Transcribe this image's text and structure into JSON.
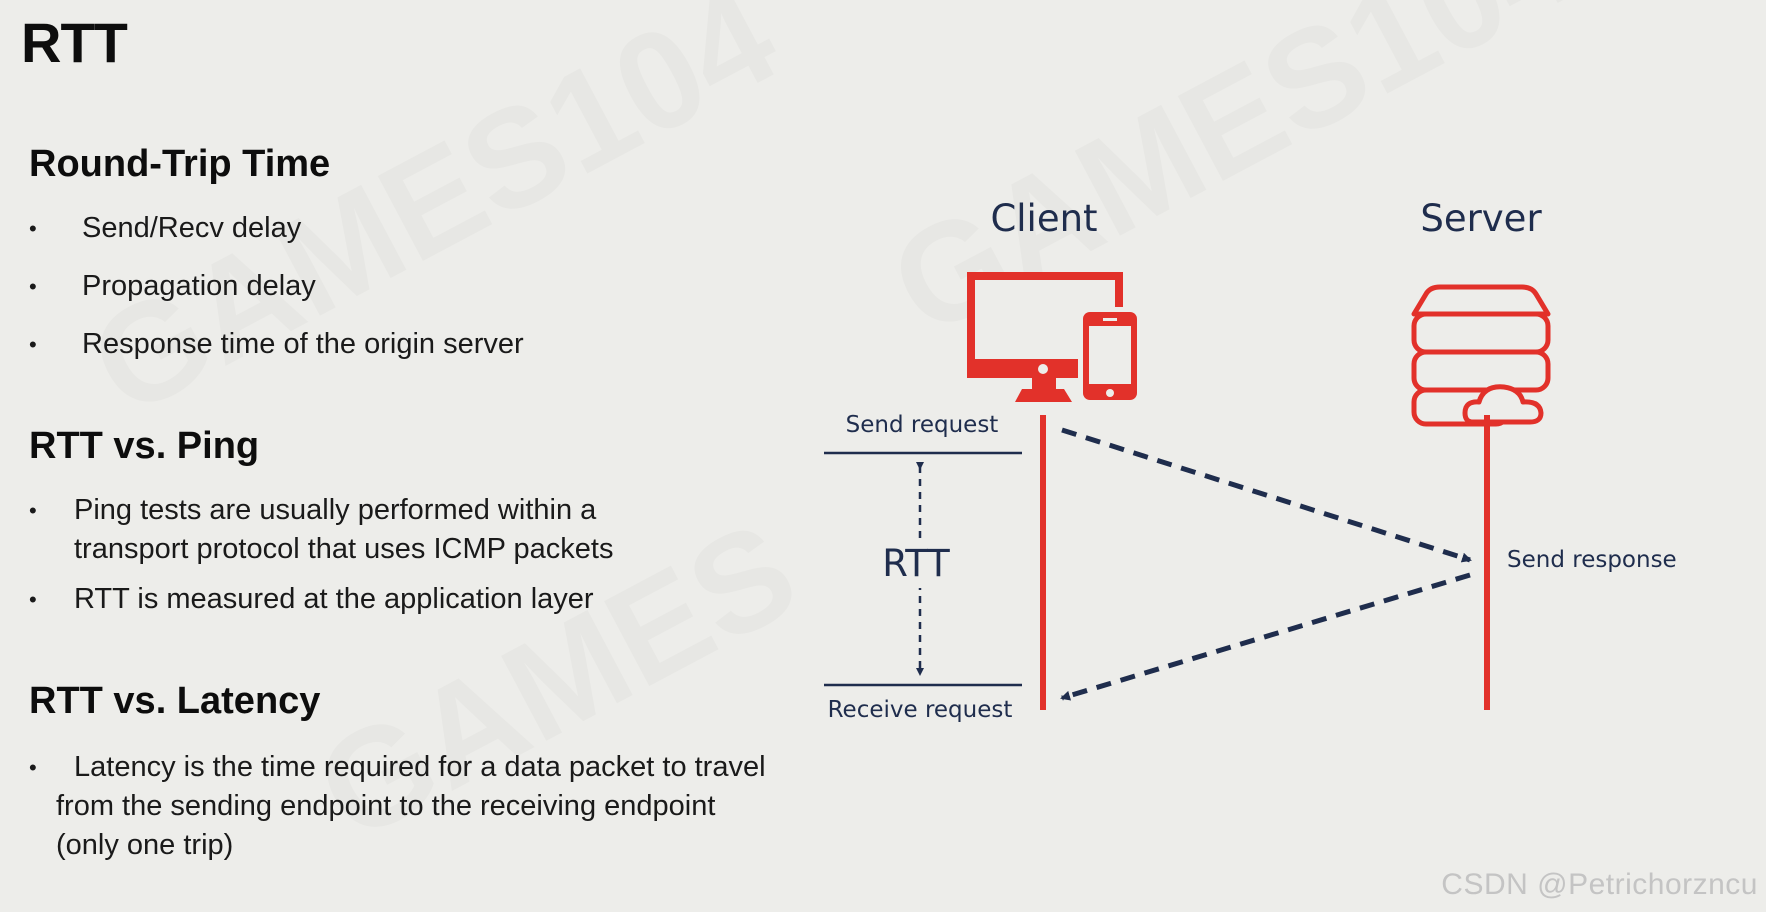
{
  "slide_title": "RTT",
  "sections": [
    {
      "heading": "Round-Trip Time",
      "bullets": [
        "Send/Recv delay",
        "Propagation delay",
        "Response time of the origin server"
      ]
    },
    {
      "heading": "RTT vs. Ping",
      "bullets": [
        "Ping tests are usually performed within a transport protocol that uses ICMP packets",
        "RTT is measured at the application layer"
      ]
    },
    {
      "heading": "RTT vs. Latency",
      "bullets": [
        "Latency is the time required for a data packet to travel from the sending endpoint to the receiving endpoint (only one trip)"
      ]
    }
  ],
  "diagram": {
    "client_label": "Client",
    "server_label": "Server",
    "send_request_label": "Send request",
    "receive_request_label": "Receive request",
    "send_response_label": "Send response",
    "rtt_label": "RTT",
    "colors": {
      "accent": "#e2312a",
      "navy": "#1f2d4d"
    },
    "icons": {
      "client": "monitor-and-phone-icon",
      "server": "server-cloud-icon"
    }
  },
  "watermark": "CSDN @Petrichorzncu"
}
